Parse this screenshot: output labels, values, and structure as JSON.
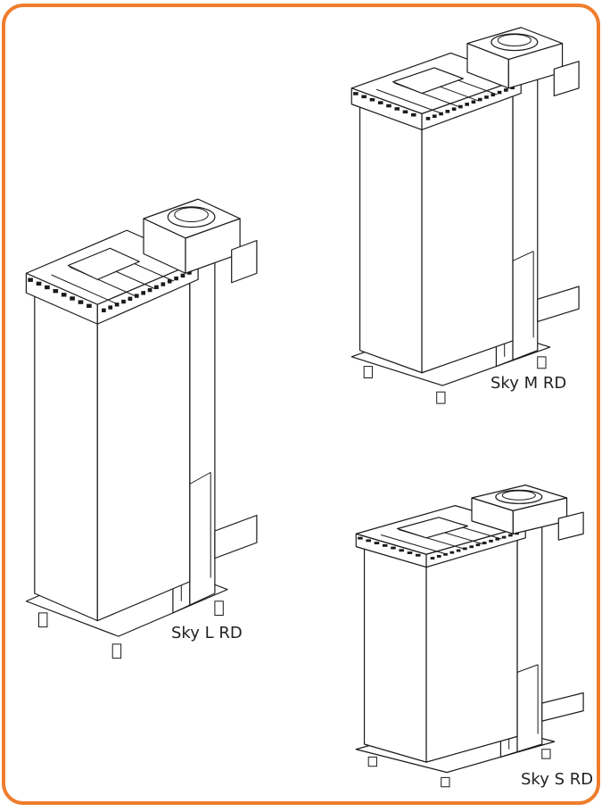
{
  "colors": {
    "frame": "#ef7d2c",
    "line": "#1a1a1a",
    "fill": "#ffffff"
  },
  "units": [
    {
      "id": "large",
      "label": "Sky L RD"
    },
    {
      "id": "medium",
      "label": "Sky M RD"
    },
    {
      "id": "small",
      "label": "Sky S RD"
    }
  ]
}
